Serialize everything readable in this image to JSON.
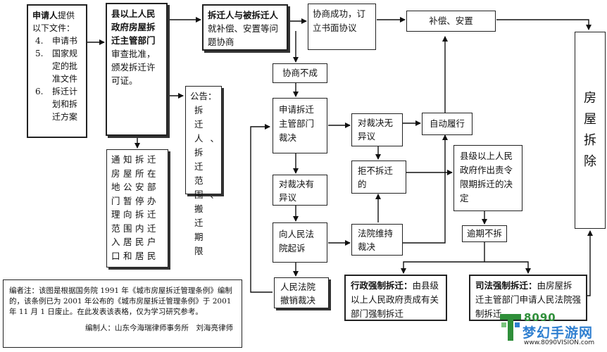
{
  "applicant": {
    "title": "申请人",
    "intro": "提供以下文件：",
    "items": [
      {
        "num": "4.",
        "text": "申请书"
      },
      {
        "num": "5.",
        "text": "国家规定的批准文件"
      },
      {
        "num": "6.",
        "text": "拆迁计划和拆迁方案"
      }
    ]
  },
  "county_gov": {
    "title": "县以上人民政府房屋拆迁主管部门",
    "text": "审查批准，颁发拆迁许可证。"
  },
  "notice": {
    "title": "公告：",
    "text": "拆迁人、拆迁范围、搬迁期限"
  },
  "notify": {
    "text": "通知拆迁房屋所在地公安部门暂停办理向拆迁范围内迁入居民户口和居民"
  },
  "negotiate": {
    "title": "拆迁人与被拆迁人",
    "text": "就补偿、安置等问题协商"
  },
  "agree": "协商成功，订立书面协议",
  "compensate": "补偿、安置",
  "fail": "协商不成",
  "apply": "申请拆迁主管部门裁决",
  "no_objection": "对裁决无异议",
  "self_perform": "自动履行",
  "refuse": "拒不拆迁的",
  "order": "县级以上人民政府作出责令限期拆迁的决定",
  "objection": "对裁决有异议",
  "sue": "向人民法院起诉",
  "uphold": "法院维持裁决",
  "overdue": "逾期不拆",
  "revoke": "人民法院撤销裁决",
  "admin_force": {
    "title": "行政强制拆迁：",
    "text": "由县级以上人民政府责成有关部门强制拆迁"
  },
  "judicial_force": {
    "title": "司法强制拆迁：",
    "text": "由房屋拆迁主管部门申请人民法院强制拆迁"
  },
  "demolish": [
    "房",
    "屋",
    "拆",
    "除"
  ],
  "note": {
    "text": "编者注：该图是根据国务院 1991 年《城市房屋拆迁管理条例》编制的，该条例已为 2001 年公布的《城市房屋拆迁管理条例》于 2001 年 11 月 1 日废止。在此发表该表格，仅为学习研究参考。",
    "author": "编制人：山东今海瑞律师事务所　刘海亮律师"
  },
  "watermark": {
    "number": "8090",
    "name": "梦幻手游网",
    "url": "www.8090VISION.com",
    "colors": {
      "green": "#2f8f3a",
      "blue": "#2f7fd0"
    }
  }
}
